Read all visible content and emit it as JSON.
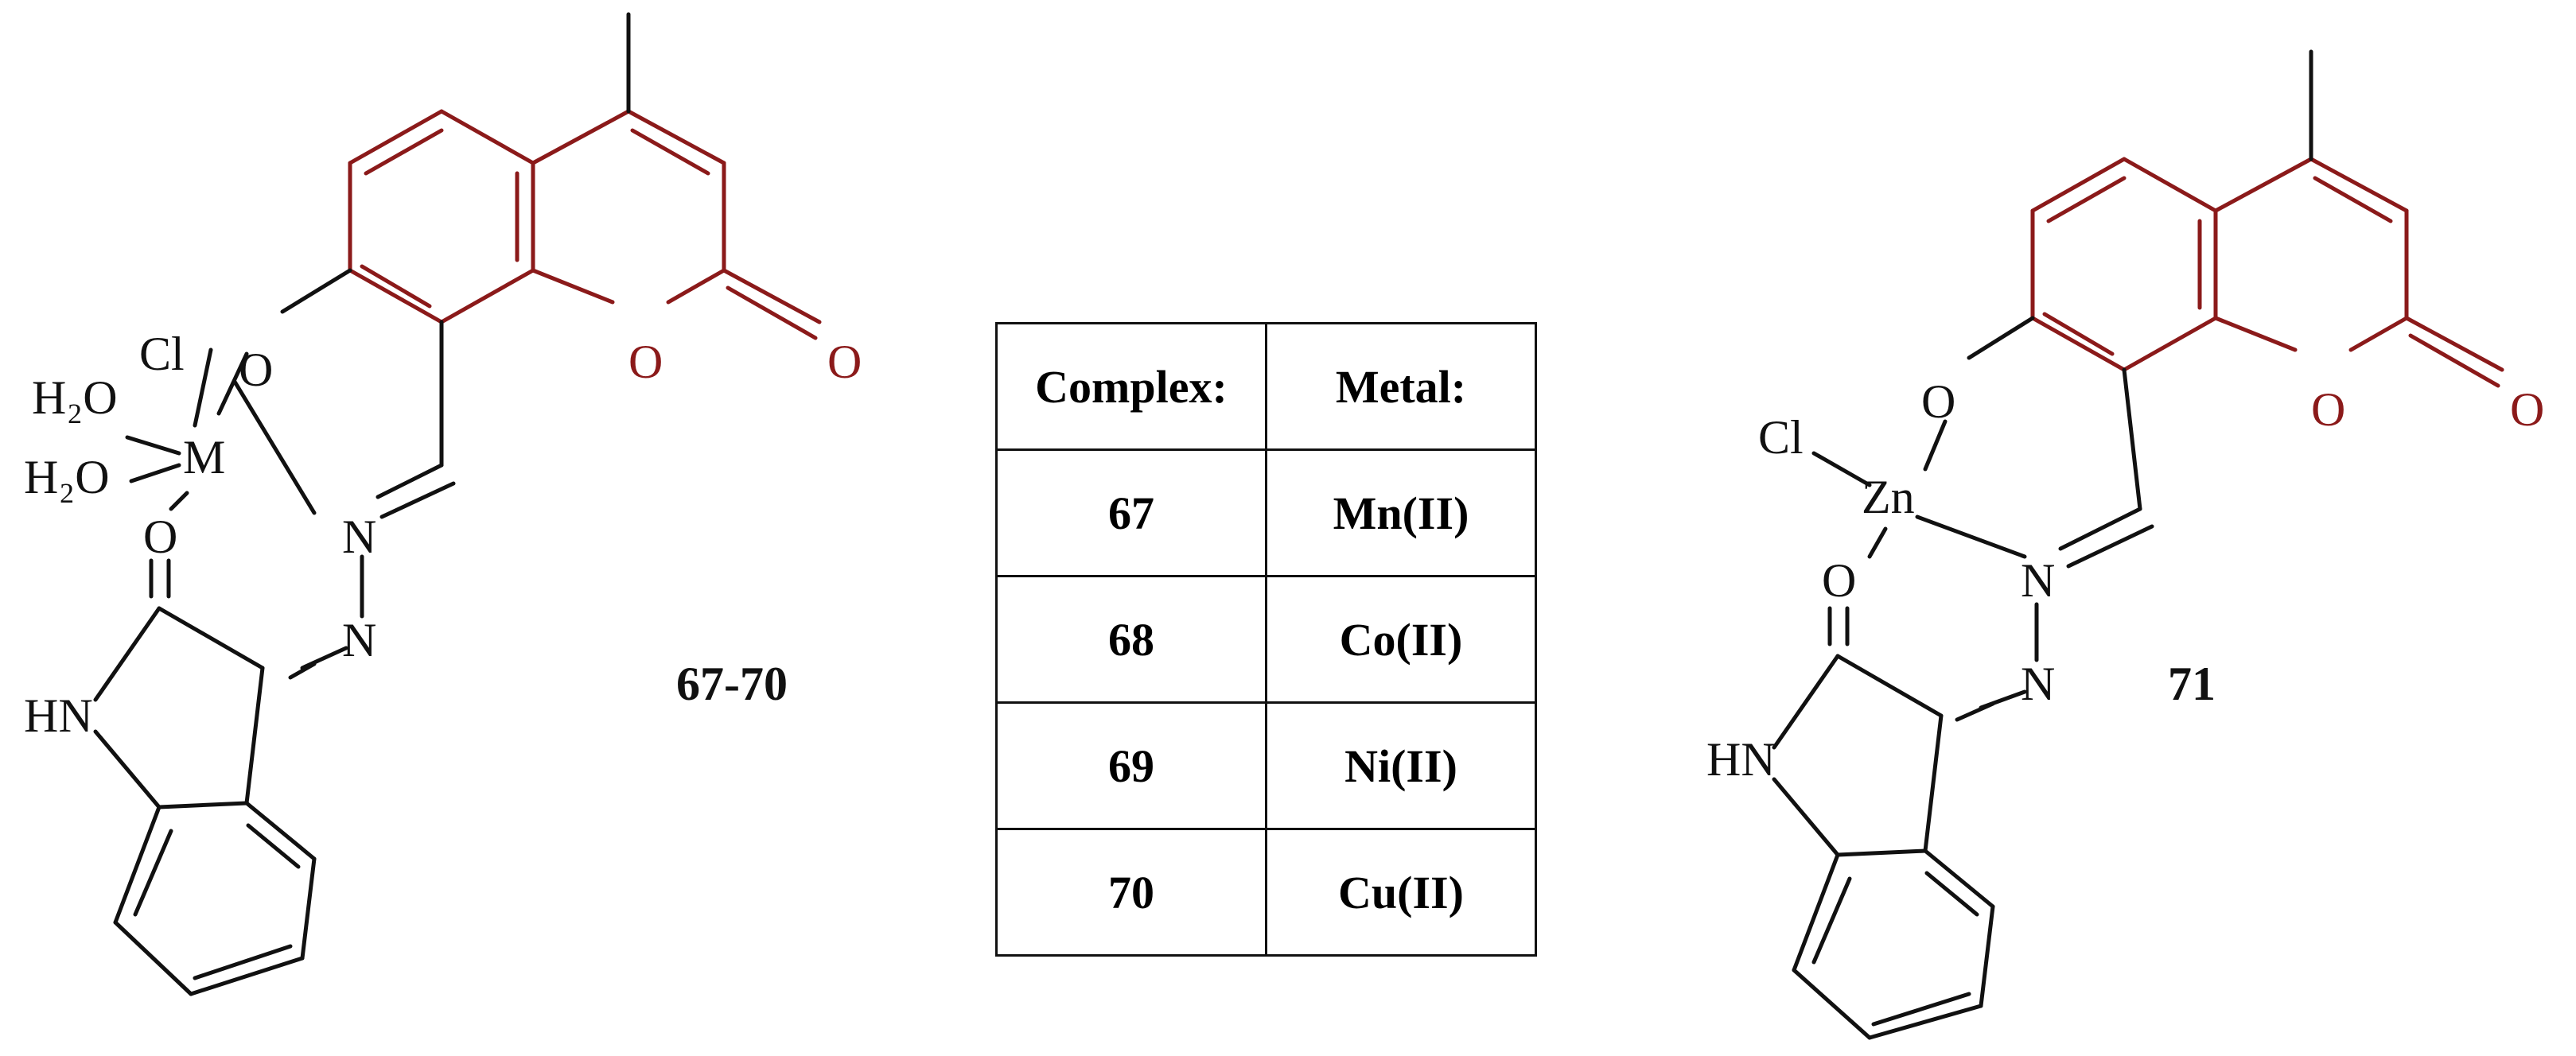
{
  "colors": {
    "black": "#111111",
    "coumarin": "#8b1a1a"
  },
  "left_structure": {
    "compound_label": "67-70",
    "atoms": {
      "cl": "Cl",
      "h2o_1": "H₂O",
      "h2o_2": "H₂O",
      "metal": "M",
      "o_phenol": "O",
      "o_ring": "O",
      "o_carbonyl": "O",
      "o_isatin": "O",
      "n1": "N",
      "n2": "N",
      "nh": "HN"
    }
  },
  "right_structure": {
    "compound_label": "71",
    "atoms": {
      "cl": "Cl",
      "metal": "Zn",
      "o_phenol": "O",
      "o_ring": "O",
      "o_carbonyl": "O",
      "o_isatin": "O",
      "n1": "N",
      "n2": "N",
      "nh": "HN"
    }
  },
  "table": {
    "headers": [
      "Complex:",
      "Metal:"
    ],
    "rows": [
      [
        "67",
        "Mn(II)"
      ],
      [
        "68",
        "Co(II)"
      ],
      [
        "69",
        "Ni(II)"
      ],
      [
        "70",
        "Cu(II)"
      ]
    ]
  }
}
